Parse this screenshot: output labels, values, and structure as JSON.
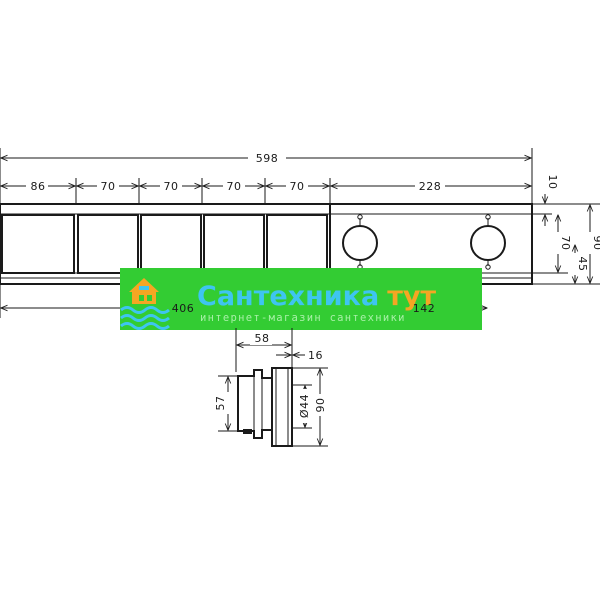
{
  "dimensions": {
    "total_width": "598",
    "segment_1": "86",
    "segment_2": "70",
    "segment_3": "70",
    "segment_4": "70",
    "segment_5": "70",
    "segment_right": "228",
    "offset_top": "10",
    "height_mid": "70",
    "height_total": "90",
    "height_lower": "45",
    "base_left": "406",
    "base_right": "142",
    "depth": "58",
    "panel_thickness": "16",
    "side_height": "57",
    "diameter": "Ø44",
    "side_panel_height": "90"
  },
  "watermark": {
    "brand_cyan": "Сантехника",
    "brand_orange": "тут",
    "subtitle": "интернет-магазин сантехники",
    "brand_color": "#3ec5f0",
    "accent_color": "#f5a623",
    "background_color": "#33cc33"
  }
}
